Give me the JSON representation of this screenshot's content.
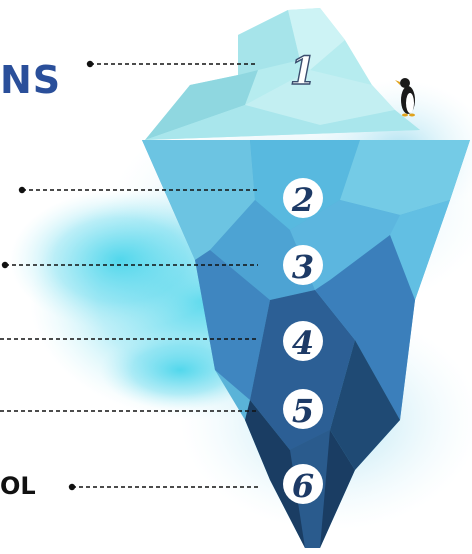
{
  "diagram": {
    "levels": [
      "1",
      "2",
      "3",
      "4",
      "5",
      "6"
    ],
    "side_text": {
      "top_right_fragment": "NS",
      "bottom_right_fragment": "OL"
    }
  }
}
